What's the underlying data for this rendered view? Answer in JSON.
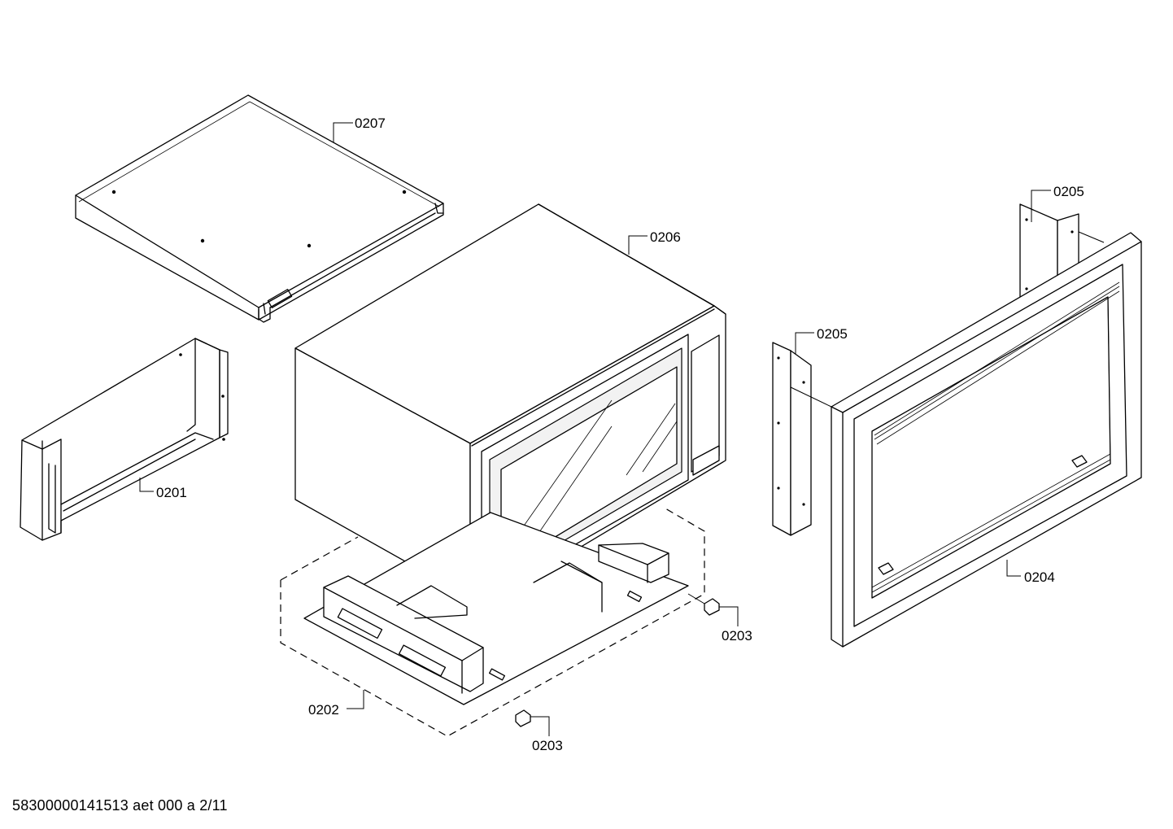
{
  "labels": {
    "top_cover": "0207",
    "microwave": "0206",
    "bracket_right_upper": "0205",
    "bracket_right_lower": "0205",
    "left_housing": "0201",
    "trim_frame": "0204",
    "fastener_right": "0203",
    "fastener_bottom": "0203",
    "base_tray": "0202"
  },
  "footer": {
    "document_code": "58300000141513 aet 000 a 2/11"
  }
}
